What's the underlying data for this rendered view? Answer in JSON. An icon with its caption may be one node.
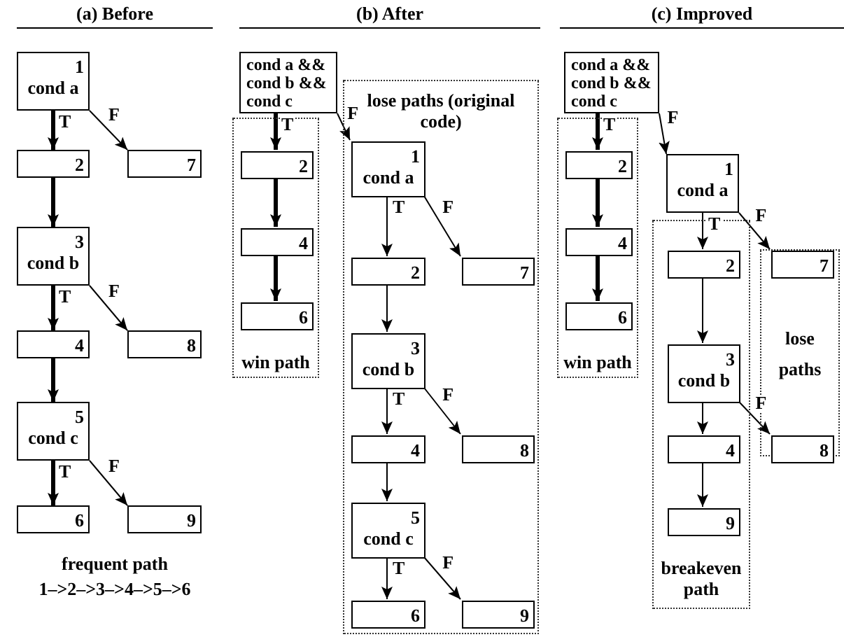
{
  "diagram": {
    "nodes": [
      {
        "text": [
          "1",
          "cond a"
        ]
      },
      {
        "text": [
          "2"
        ]
      },
      {
        "text": [
          "7"
        ]
      },
      {
        "text": [
          "3",
          "cond b"
        ]
      },
      {
        "text": [
          "4"
        ]
      },
      {
        "text": [
          "8"
        ]
      },
      {
        "text": [
          "5",
          "cond c"
        ]
      },
      {
        "text": [
          "6"
        ]
      },
      {
        "text": [
          "9"
        ]
      },
      {
        "text": [
          "cond a && cond b && cond c"
        ]
      },
      {
        "text": [
          "win path"
        ]
      },
      {
        "text": [
          "2"
        ],
        "in": 10
      },
      {
        "text": [
          "4"
        ],
        "in": 10
      },
      {
        "text": [
          "6"
        ],
        "in": 10
      },
      {
        "text": [
          "lose paths (original code)"
        ]
      },
      {
        "text": [
          "1",
          "cond a"
        ],
        "in": 14
      },
      {
        "text": [
          "2"
        ],
        "in": 14
      },
      {
        "text": [
          "7"
        ],
        "in": 14
      },
      {
        "text": [
          "3",
          "cond b"
        ],
        "in": 14
      },
      {
        "text": [
          "4"
        ],
        "in": 14
      },
      {
        "text": [
          "8"
        ],
        "in": 14
      },
      {
        "text": [
          "5",
          "cond c"
        ],
        "in": 14
      },
      {
        "text": [
          "6"
        ],
        "in": 14
      },
      {
        "text": [
          "9"
        ],
        "in": 14
      },
      {
        "text": [
          "cond a && cond b && cond c"
        ]
      },
      {
        "text": [
          "win path"
        ]
      },
      {
        "text": [
          "2"
        ],
        "in": 25
      },
      {
        "text": [
          "4"
        ],
        "in": 25
      },
      {
        "text": [
          "6"
        ],
        "in": 25
      },
      {
        "text": [
          "1",
          "cond a"
        ]
      },
      {
        "text": [
          "breakeven path"
        ]
      },
      {
        "text": [
          "2"
        ],
        "in": 30
      },
      {
        "text": [
          "3",
          "cond b"
        ],
        "in": 30
      },
      {
        "text": [
          "4"
        ],
        "in": 30
      },
      {
        "text": [
          "9"
        ],
        "in": 30
      },
      {
        "text": [
          "lose paths"
        ]
      },
      {
        "text": [
          "7"
        ],
        "in": 35
      },
      {
        "text": [
          "8"
        ],
        "in": 35
      }
    ],
    "edges": [
      {
        "from": 0,
        "to": 1,
        "arrow": "to",
        "label": "T",
        "style": "thick"
      },
      {
        "from": 0,
        "to": 2,
        "arrow": "to",
        "label": "F"
      },
      {
        "from": 1,
        "to": 3,
        "arrow": "to",
        "style": "thick"
      },
      {
        "from": 3,
        "to": 4,
        "arrow": "to",
        "label": "T",
        "style": "thick"
      },
      {
        "from": 3,
        "to": 5,
        "arrow": "to",
        "label": "F"
      },
      {
        "from": 4,
        "to": 6,
        "arrow": "to",
        "style": "thick"
      },
      {
        "from": 6,
        "to": 7,
        "arrow": "to",
        "label": "T",
        "style": "thick"
      },
      {
        "from": 6,
        "to": 8,
        "arrow": "to",
        "label": "F"
      },
      {
        "from": 9,
        "to": 11,
        "arrow": "to",
        "label": "T",
        "style": "thick"
      },
      {
        "from": 11,
        "to": 12,
        "arrow": "to",
        "style": "thick"
      },
      {
        "from": 12,
        "to": 13,
        "arrow": "to",
        "style": "thick"
      },
      {
        "from": 9,
        "to": 15,
        "arrow": "to",
        "label": "F"
      },
      {
        "from": 15,
        "to": 16,
        "arrow": "to",
        "label": "T"
      },
      {
        "from": 15,
        "to": 17,
        "arrow": "to",
        "label": "F"
      },
      {
        "from": 16,
        "to": 18,
        "arrow": "to"
      },
      {
        "from": 18,
        "to": 19,
        "arrow": "to",
        "label": "T"
      },
      {
        "from": 18,
        "to": 20,
        "arrow": "to",
        "label": "F"
      },
      {
        "from": 19,
        "to": 21,
        "arrow": "to"
      },
      {
        "from": 21,
        "to": 22,
        "arrow": "to",
        "label": "T"
      },
      {
        "from": 21,
        "to": 23,
        "arrow": "to",
        "label": "F"
      },
      {
        "from": 24,
        "to": 26,
        "arrow": "to",
        "label": "T",
        "style": "thick"
      },
      {
        "from": 26,
        "to": 27,
        "arrow": "to",
        "style": "thick"
      },
      {
        "from": 27,
        "to": 28,
        "arrow": "to",
        "style": "thick"
      },
      {
        "from": 24,
        "to": 29,
        "arrow": "to",
        "label": "F"
      },
      {
        "from": 29,
        "to": 31,
        "arrow": "to",
        "label": "T"
      },
      {
        "from": 29,
        "to": 36,
        "arrow": "to",
        "label": "F"
      },
      {
        "from": 31,
        "to": 32,
        "arrow": "to"
      },
      {
        "from": 32,
        "to": 33,
        "arrow": "to"
      },
      {
        "from": 33,
        "to": 34,
        "arrow": "to"
      },
      {
        "from": 32,
        "to": 37,
        "arrow": "to",
        "label": "F"
      }
    ],
    "labels": [
      "(a) Before",
      "(b) After",
      "(c) Improved",
      "frequent path",
      "1–>2–>3–>4–>5–>6"
    ]
  }
}
